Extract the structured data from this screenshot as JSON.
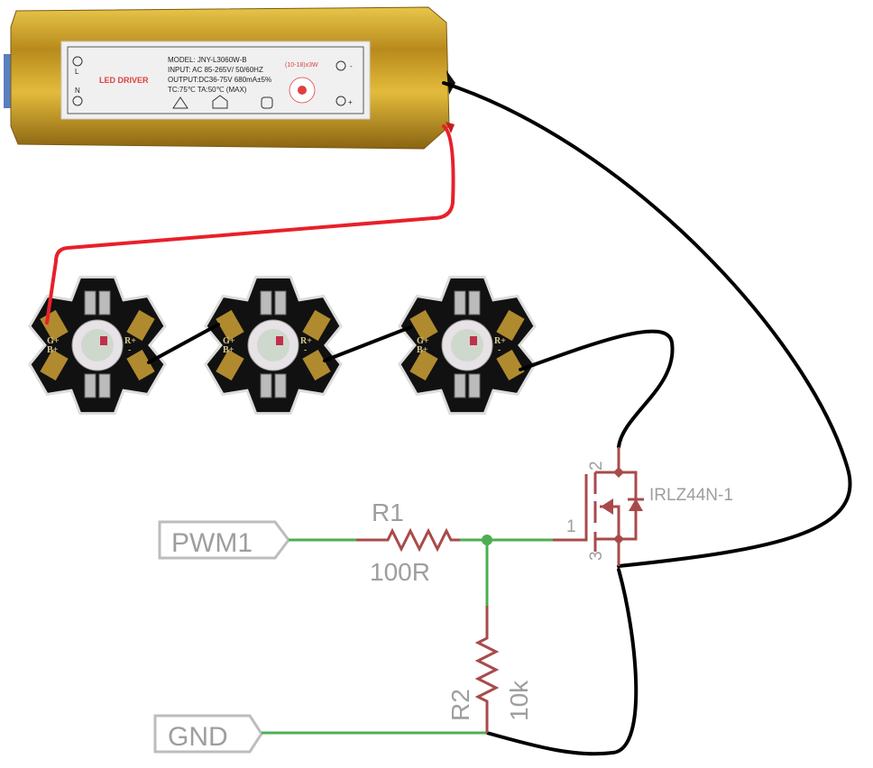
{
  "driver": {
    "brand": "LED DRIVER",
    "model": "MODEL: JNY-L3060W-B",
    "input": "INPUT: AC  85-265V/ 50/60HZ",
    "output": "OUTPUT:DC36-75V 680mA±5%",
    "temp": "TC:75℃ TA:50℃ (MAX)",
    "range": "(10-18)x3W",
    "term_l": "L",
    "term_n": "N",
    "term_minus": "-",
    "term_plus": "+"
  },
  "led": {
    "g_plus": "G+",
    "b_plus": "B+",
    "r_plus": "R+",
    "minus": "-"
  },
  "schematic": {
    "pwm_label": "PWM1",
    "gnd_label": "GND",
    "r1_name": "R1",
    "r1_value": "100R",
    "r2_name": "R2",
    "r2_value": "10k",
    "mosfet_name": "IRLZ44N-1",
    "pin_gate": "1",
    "pin_drain": "2",
    "pin_source": "3"
  },
  "colors": {
    "wire_red": "#e8202a",
    "wire_black": "#000000",
    "net_green": "#4caf50",
    "component_red": "#a94a4a",
    "label_gray": "#9e9e9e",
    "driver_gold": "#c9a22a"
  }
}
